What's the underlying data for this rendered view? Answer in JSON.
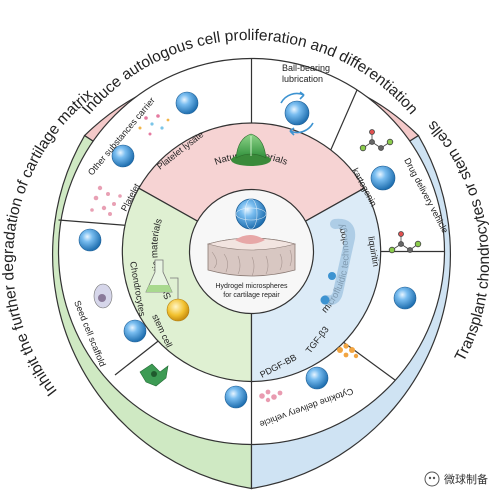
{
  "outer_ring": {
    "top": "Induce autologous cell proliferation and differentiation",
    "left": "Inhibit the further degradation of cartilage matrix",
    "right": "Transplant chondrocytes or stem cells"
  },
  "middle_ring": {
    "top": "Natural materials",
    "left": "Synthetic materials",
    "right": "microfluidic technology"
  },
  "center": {
    "line1": "Hydrogel microspheres",
    "line2": "for cartilage repair"
  },
  "items": {
    "platelet": "Platelet",
    "platelet_lysate": "Platelet lysate",
    "other_carrier": "Other substances carrier",
    "ball_bearing_1": "Ball-bearing",
    "ball_bearing_2": "lubrication",
    "kartogenin": "kartogenin",
    "drug_delivery": "Drug delivery vehicle",
    "liquiritin": "liquiritin",
    "tgf": "TGF-β3",
    "pdgf": "PDGF-BB",
    "cytokine": "Cytokine delivery vehicle",
    "chondrocytes": "Chondrocytes",
    "stem_cell": "stem cell",
    "seed_scaffold": "Seed cell scaffold"
  },
  "watermark": "微球制备",
  "colors": {
    "outer_top": "#f4c9c9",
    "outer_left": "#cfe9c3",
    "outer_right": "#cfe3f3",
    "mid_top": "#f6d3d3",
    "mid_left": "#dff0d2",
    "mid_right": "#dcebf7",
    "sphere": "#3d93d1",
    "divider": "#333333"
  }
}
